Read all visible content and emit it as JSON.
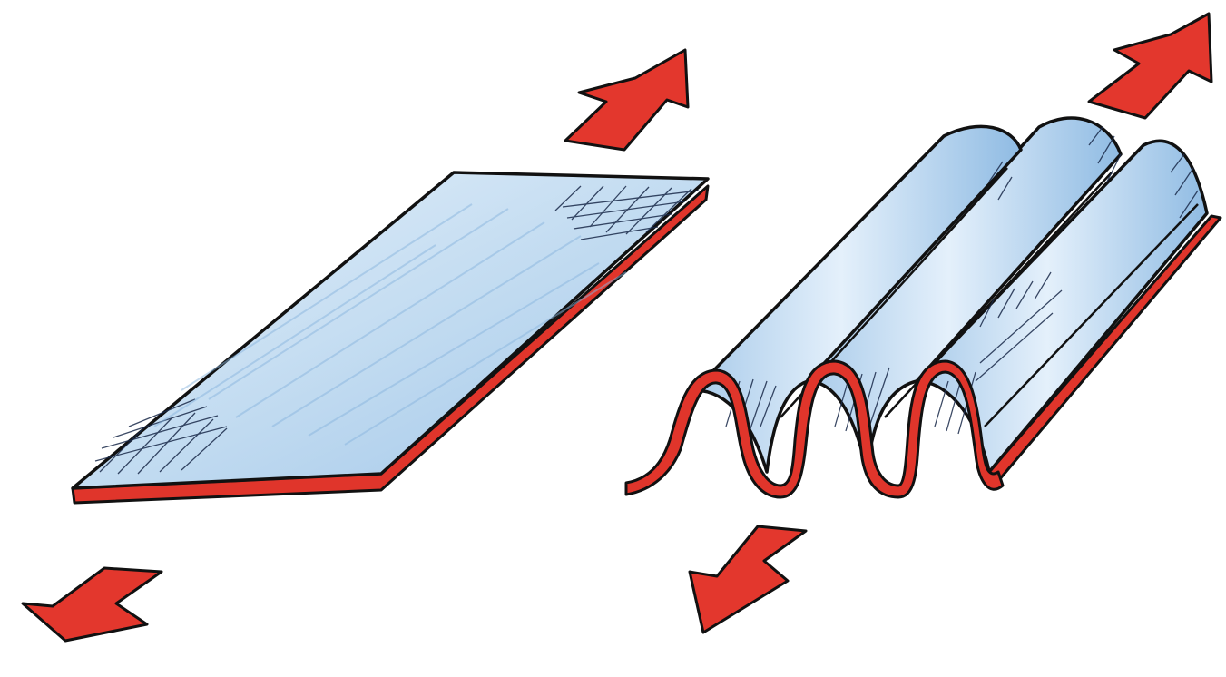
{
  "scene": {
    "panels": [
      {
        "name": "flat-sheet",
        "icon": "flat-sheet-icon"
      },
      {
        "name": "corrugated-sheet",
        "icon": "corrugated-sheet-icon"
      }
    ],
    "arrows": [
      {
        "name": "arrow-flat-up-right",
        "icon": "arrow-up-right-icon"
      },
      {
        "name": "arrow-flat-down-left",
        "icon": "arrow-down-left-icon"
      },
      {
        "name": "arrow-corrugated-up-right",
        "icon": "arrow-up-right-icon"
      },
      {
        "name": "arrow-corrugated-down-left",
        "icon": "arrow-down-left-icon"
      }
    ],
    "colors": {
      "sheet_fill": "#bcd7ef",
      "sheet_highlight": "#e6f1fb",
      "edge_red": "#e0352b",
      "arrow_red": "#e3372d",
      "ink": "#111111",
      "background": "#ffffff"
    }
  }
}
